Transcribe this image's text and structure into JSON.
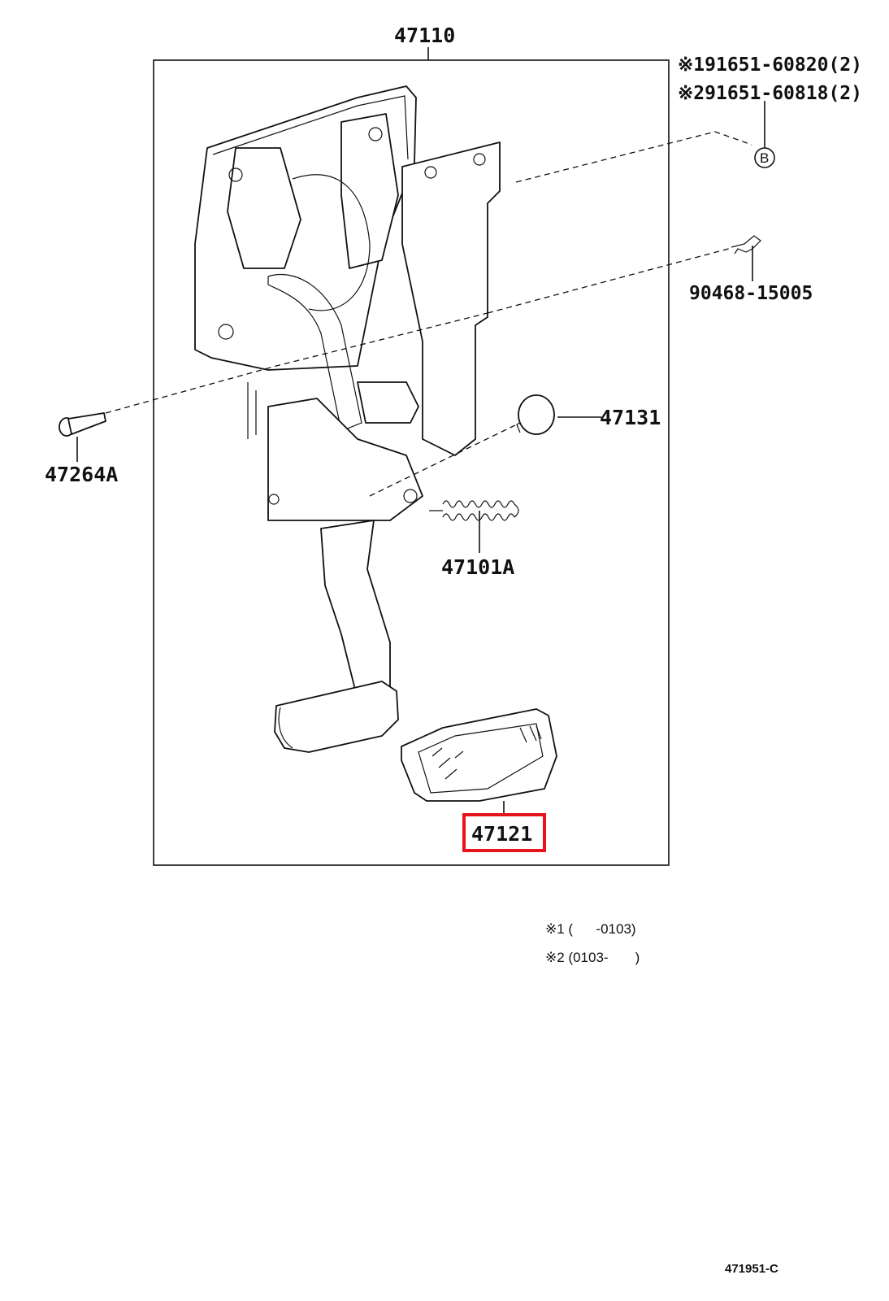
{
  "diagram": {
    "assembly_label": "47110",
    "callouts": {
      "bolt_1": "※191651-60820(2)",
      "bolt_2": "※291651-60818(2)",
      "clip": "90468-15005",
      "stopper": "47131",
      "pin": "47264A",
      "spring": "47101A",
      "pedal_pad": "47121"
    },
    "circle_marker": "B",
    "notes": {
      "note_1": "※1 (      -0103)",
      "note_2": "※2 (0103-       )"
    },
    "figure_code": "471951-C",
    "highlight_color": "#e8141c"
  }
}
